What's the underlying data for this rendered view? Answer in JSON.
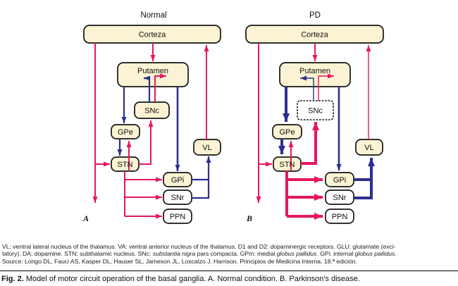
{
  "colors": {
    "excitatory_red": "#E8175B",
    "inhibitory_blue": "#2D2F8E",
    "box_fill_cream": "#FBF3D3",
    "box_fill_white": "#FFFFFF",
    "box_border": "#141414"
  },
  "panels": {
    "normal": {
      "title": "Normal",
      "side_label": "A"
    },
    "pd": {
      "title": "PD",
      "side_label": "B"
    }
  },
  "boxes": {
    "corteza": "Corteza",
    "putamen": "Putamen",
    "snc": "SNc",
    "gpe": "GPe",
    "stn": "STN",
    "vl": "VL",
    "gpi": "GPi",
    "snr": "SNr",
    "ppn": "PPN"
  },
  "legend": {
    "line1": "VL: ventral lateral nucleus of the thalamus. VA: ventral anterior nucleus of the thalamus. D1 and D2: dopaminergic receptors. GLU: glutamate (exci-",
    "line2": {
      "p1": "tatory). DA: dopamine. STN: subthalamic nucleus. SNc: ",
      "i1": "substantia nigra",
      "p2": " pars compacta. GPm: medial ",
      "i2": "globus pallidus",
      "p3": ". GPi: internal ",
      "i3": "globus pallidus",
      "p4": "."
    },
    "line3": "Source: Longo DL, Fauci AS, Kasper DL, Hauser SL, Jameson JL, Loscalzo J. Harrison. Principios de Medicina Interna. 18.ª edición."
  },
  "figure_caption": {
    "label": "Fig. 2.",
    "body": " Model of motor circuit operation of the basal ganglia. A. Normal condition. B. Parkinson's disease."
  }
}
